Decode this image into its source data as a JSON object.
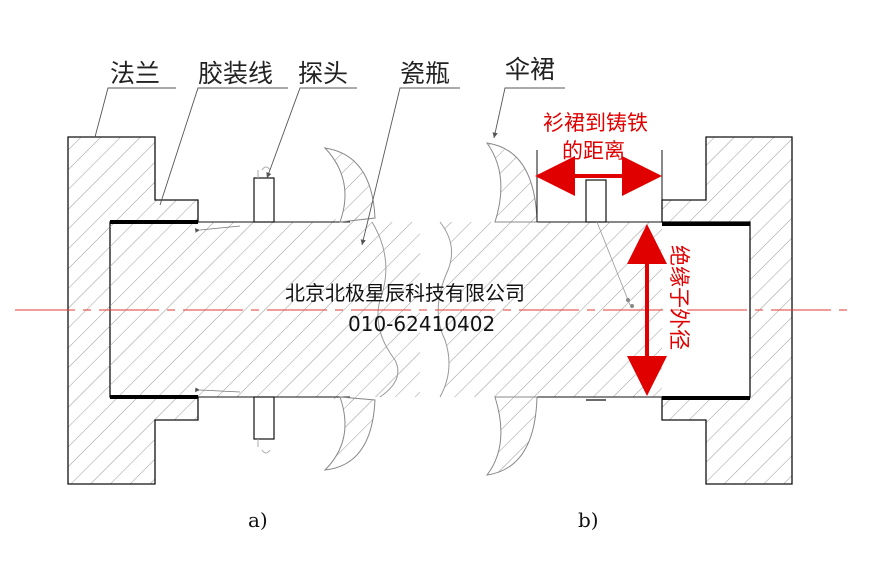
{
  "labels": {
    "flange": "法兰",
    "glue_line": "胶装线",
    "probe": "探头",
    "porcelain": "瓷瓶",
    "shed": "伞裙"
  },
  "annotations": {
    "distance_line1": "衫裙到铸铁",
    "distance_line2": "的距离",
    "outer_diameter": "绝缘子外径"
  },
  "watermark": {
    "company": "北京北极星辰科技有限公司",
    "phone": "010-62410402"
  },
  "subfigures": {
    "a": "a)",
    "b": "b)"
  },
  "colors": {
    "outline": "#111111",
    "hatch": "#9a9a9a",
    "glue": "#000000",
    "red": "#e00000",
    "centerline": "#e53935"
  }
}
